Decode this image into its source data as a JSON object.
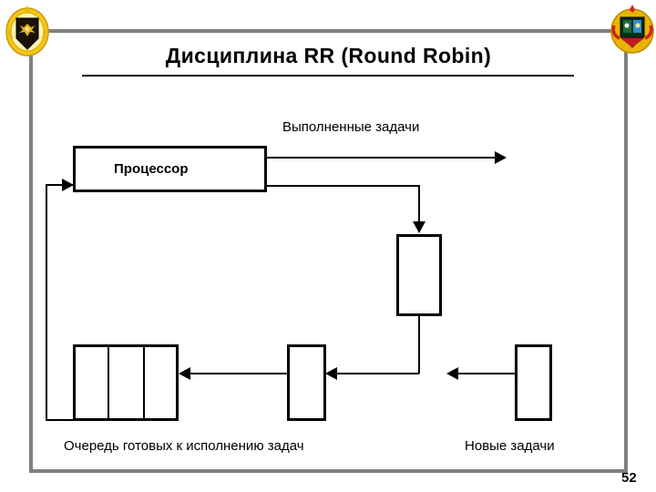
{
  "slide": {
    "title": "Дисциплина  RR  (Round  Robin)",
    "page_number": "52",
    "frame_color": "#808080",
    "line_color": "#000000",
    "background": "#ffffff"
  },
  "emblems": {
    "left": {
      "name": "military-academy-emblem-left",
      "alt": "Золотой венок с тёмным щитом и орлом"
    },
    "right": {
      "name": "military-academy-emblem-right",
      "alt": "Золотой венок с цветным щитом"
    }
  },
  "diagram": {
    "processor": {
      "label": "Процессор"
    },
    "labels": {
      "completed_tasks": "Выполненные  задачи",
      "ready_queue": "Очередь  готовых  к  исполнению  задач",
      "new_tasks": "Новые  задачи"
    },
    "queue": {
      "cells": 3
    },
    "blocks": [
      {
        "name": "timer-block"
      },
      {
        "name": "dispatch-block"
      },
      {
        "name": "new-tasks-block"
      }
    ]
  }
}
